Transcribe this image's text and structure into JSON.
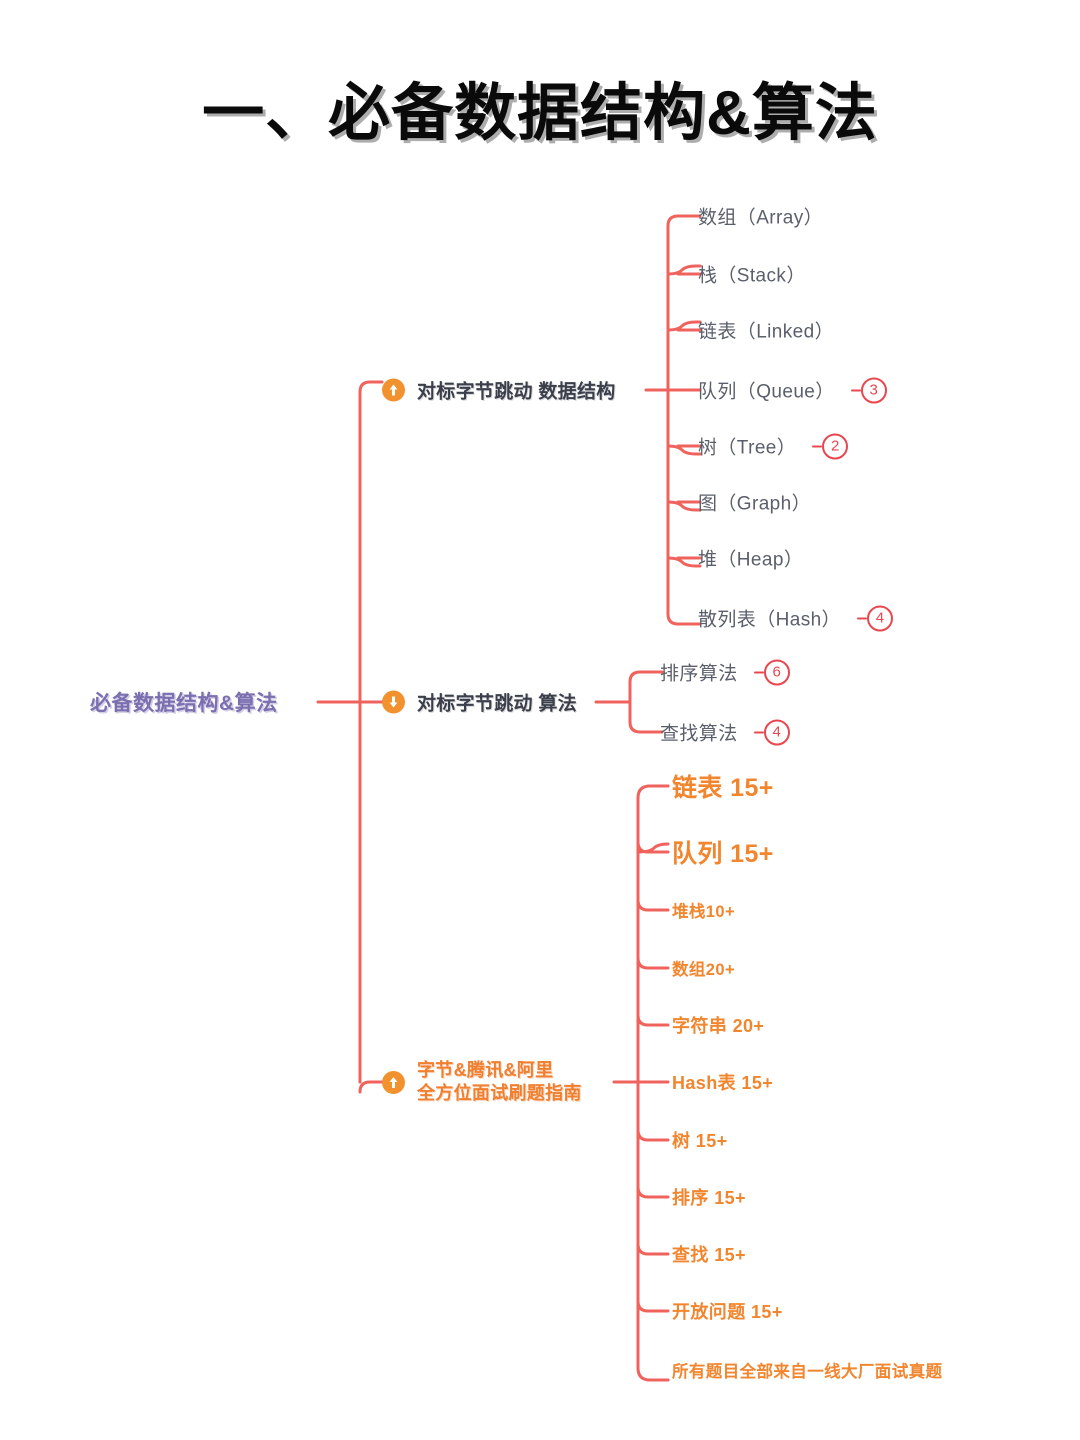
{
  "title": "一、必备数据结构&算法",
  "root": {
    "label": "必备数据结构&算法",
    "color": "#7b6fb0"
  },
  "colors": {
    "connector": "#f0635c",
    "badge_circle": "#e8474f",
    "arrow_badge": "#f2922f",
    "leaf_text": "#5a5f6b",
    "branch_text": "#3b3f4a",
    "warm_text": "#f2862f"
  },
  "branches": [
    {
      "label": "对标字节跳动 数据结构",
      "icon": "arrow-up-circle-icon",
      "style": "dark",
      "children": [
        {
          "text": "数组（Array）",
          "count": ""
        },
        {
          "text": "栈（Stack）",
          "count": ""
        },
        {
          "text": "链表（Linked）",
          "count": ""
        },
        {
          "text": "队列（Queue）",
          "count": "3"
        },
        {
          "text": "树（Tree）",
          "count": "2"
        },
        {
          "text": "图（Graph）",
          "count": ""
        },
        {
          "text": "堆（Heap）",
          "count": ""
        },
        {
          "text": "散列表（Hash）",
          "count": "4"
        }
      ]
    },
    {
      "label": "对标字节跳动 算法",
      "icon": "arrow-down-circle-icon",
      "style": "dark",
      "children": [
        {
          "text": "排序算法",
          "count": "6"
        },
        {
          "text": "查找算法",
          "count": "4"
        }
      ]
    },
    {
      "label": "字节&腾讯&阿里\n全方位面试刷题指南",
      "icon": "arrow-up-circle-icon",
      "style": "orange",
      "children": [
        {
          "text": "链表 15+",
          "count": "",
          "size": "big"
        },
        {
          "text": "队列 15+",
          "count": "",
          "size": "big"
        },
        {
          "text": "堆栈10+",
          "count": "",
          "size": "small"
        },
        {
          "text": "数组20+",
          "count": "",
          "size": "small"
        },
        {
          "text": "字符串 20+",
          "count": "",
          "size": "mid"
        },
        {
          "text": "Hash表 15+",
          "count": "",
          "size": "mid"
        },
        {
          "text": "树 15+",
          "count": "",
          "size": "mid"
        },
        {
          "text": "排序 15+",
          "count": "",
          "size": "mid"
        },
        {
          "text": "查找 15+",
          "count": "",
          "size": "mid"
        },
        {
          "text": "开放问题 15+",
          "count": "",
          "size": "mid"
        },
        {
          "text": "所有题目全部来自一线大厂面试真题",
          "count": "",
          "size": "small"
        }
      ]
    }
  ]
}
